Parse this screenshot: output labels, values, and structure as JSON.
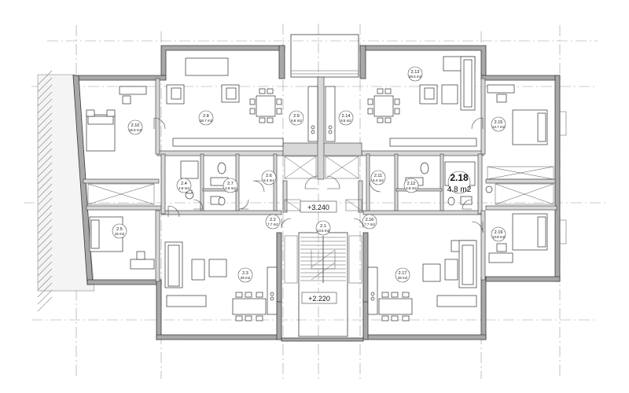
{
  "rooms": [
    {
      "number": "2.1",
      "area": "13.5 m2"
    },
    {
      "number": "2.2",
      "area": "7.7 m2"
    },
    {
      "number": "2.3",
      "area": "29 m2"
    },
    {
      "number": "2.4",
      "area": "4.8 m2"
    },
    {
      "number": "2.5",
      "area": "16 m2"
    },
    {
      "number": "2.6",
      "area": "6.4 m2"
    },
    {
      "number": "2.7",
      "area": "4.8 m2"
    },
    {
      "number": "2.8",
      "area": "28.7 m2"
    },
    {
      "number": "2.9",
      "area": "8.8 m2"
    },
    {
      "number": "2.10",
      "area": "15.5 m2"
    },
    {
      "number": "2.11",
      "area": "6.4 m2"
    },
    {
      "number": "2.12",
      "area": "4.8 m2"
    },
    {
      "number": "2.13",
      "area": "28.5 m2"
    },
    {
      "number": "2.14",
      "area": "8.5 m2"
    },
    {
      "number": "2.15",
      "area": "14.7 m2"
    },
    {
      "number": "2.16",
      "area": "7.7 m2"
    },
    {
      "number": "2.17",
      "area": "29 m2"
    },
    {
      "number": "2.18",
      "area": "4.8 m2"
    },
    {
      "number": "2.19",
      "area": "13.8 m2"
    }
  ],
  "levels": {
    "landing": "+3.240",
    "stair_base": "+2.220"
  },
  "colors": {
    "wall_fill": "#a8a8a8",
    "partition_fill": "#d8d8d8",
    "linework": "#3a3a3a",
    "grid": "#9a9a9a"
  }
}
